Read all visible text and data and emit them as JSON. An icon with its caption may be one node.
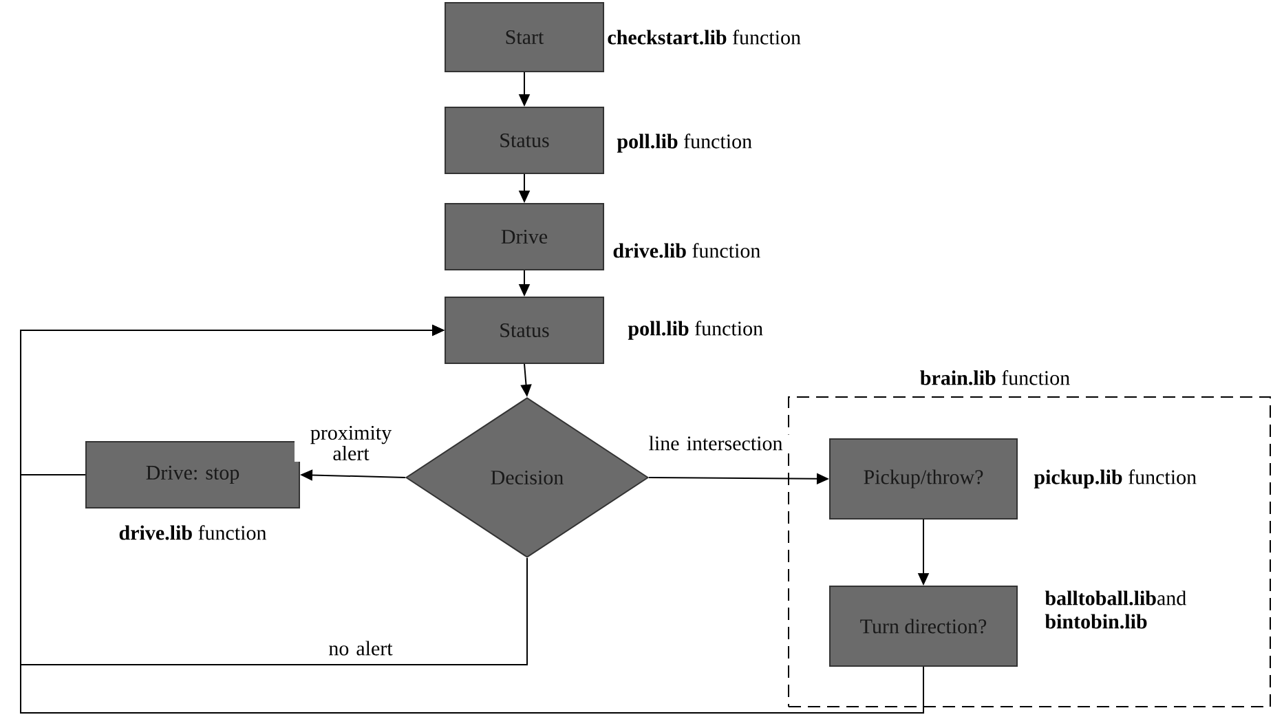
{
  "diagram": {
    "nodes": [
      {
        "text": [
          "Start"
        ],
        "beside": [
          "**checkstart.lib** function"
        ]
      },
      {
        "text": [
          "Status"
        ],
        "beside": [
          "**poll.lib** function"
        ]
      },
      {
        "text": [
          "Drive"
        ],
        "beside": [
          "**drive.lib** function"
        ]
      },
      {
        "text": [
          "Status"
        ],
        "beside": [
          "**poll.lib** function"
        ]
      },
      {
        "text": [
          "Decision"
        ]
      },
      {
        "text": [
          "Drive: stop"
        ],
        "beside": [
          "**drive.lib** function"
        ]
      },
      {
        "text": [
          "**brain.lib** function"
        ]
      },
      {
        "text": [
          "Pickup/throw?"
        ],
        "in": 6,
        "beside": [
          "**pickup.lib** function"
        ]
      },
      {
        "text": [
          "Turn direction?"
        ],
        "in": 6,
        "beside": [
          "**balltoball.lib**and **bintobin.lib**"
        ]
      }
    ],
    "edges": [
      {
        "from": 0,
        "to": 1,
        "arrow": "to"
      },
      {
        "from": 1,
        "to": 2,
        "arrow": "to"
      },
      {
        "from": 2,
        "to": 3,
        "arrow": "to"
      },
      {
        "from": 3,
        "to": 4,
        "arrow": "to"
      },
      {
        "from": 4,
        "to": 5,
        "arrow": "to",
        "label": "proximity alert"
      },
      {
        "from": 4,
        "to": 7,
        "arrow": "to",
        "label": "line intersection"
      },
      {
        "from": 7,
        "to": 8,
        "arrow": "to"
      },
      {
        "from": 5,
        "to": 3,
        "arrow": "to"
      },
      {
        "from": 4,
        "to": 3,
        "arrow": "to",
        "label": "no alert"
      },
      {
        "from": 8,
        "to": 3,
        "arrow": "to"
      }
    ]
  }
}
